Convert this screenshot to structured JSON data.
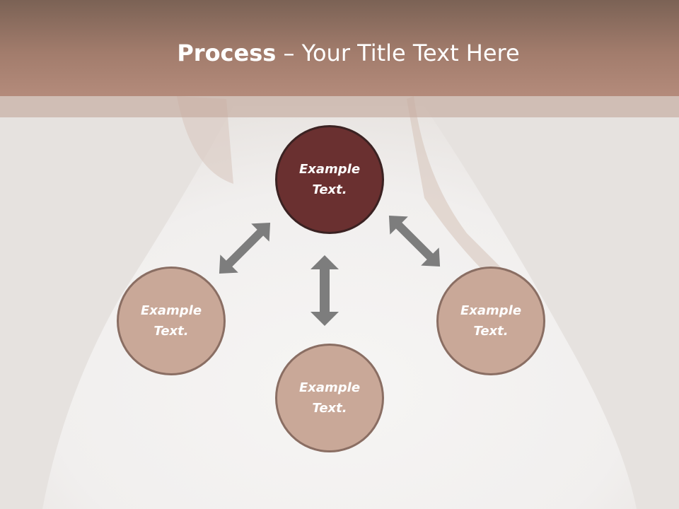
{
  "slide": {
    "title_bold": "Process",
    "title_rest": " – Your Title Text Here",
    "colors": {
      "header": "#a27c6c",
      "center_node": "#6a3030",
      "outer_node": "#c9a898",
      "arrow": "#7d7d7d"
    }
  },
  "diagram": {
    "center": {
      "label": "Example\nText."
    },
    "left": {
      "label": "Example\nText."
    },
    "right": {
      "label": "Example\nText."
    },
    "bottom": {
      "label": "Example\nText."
    }
  }
}
